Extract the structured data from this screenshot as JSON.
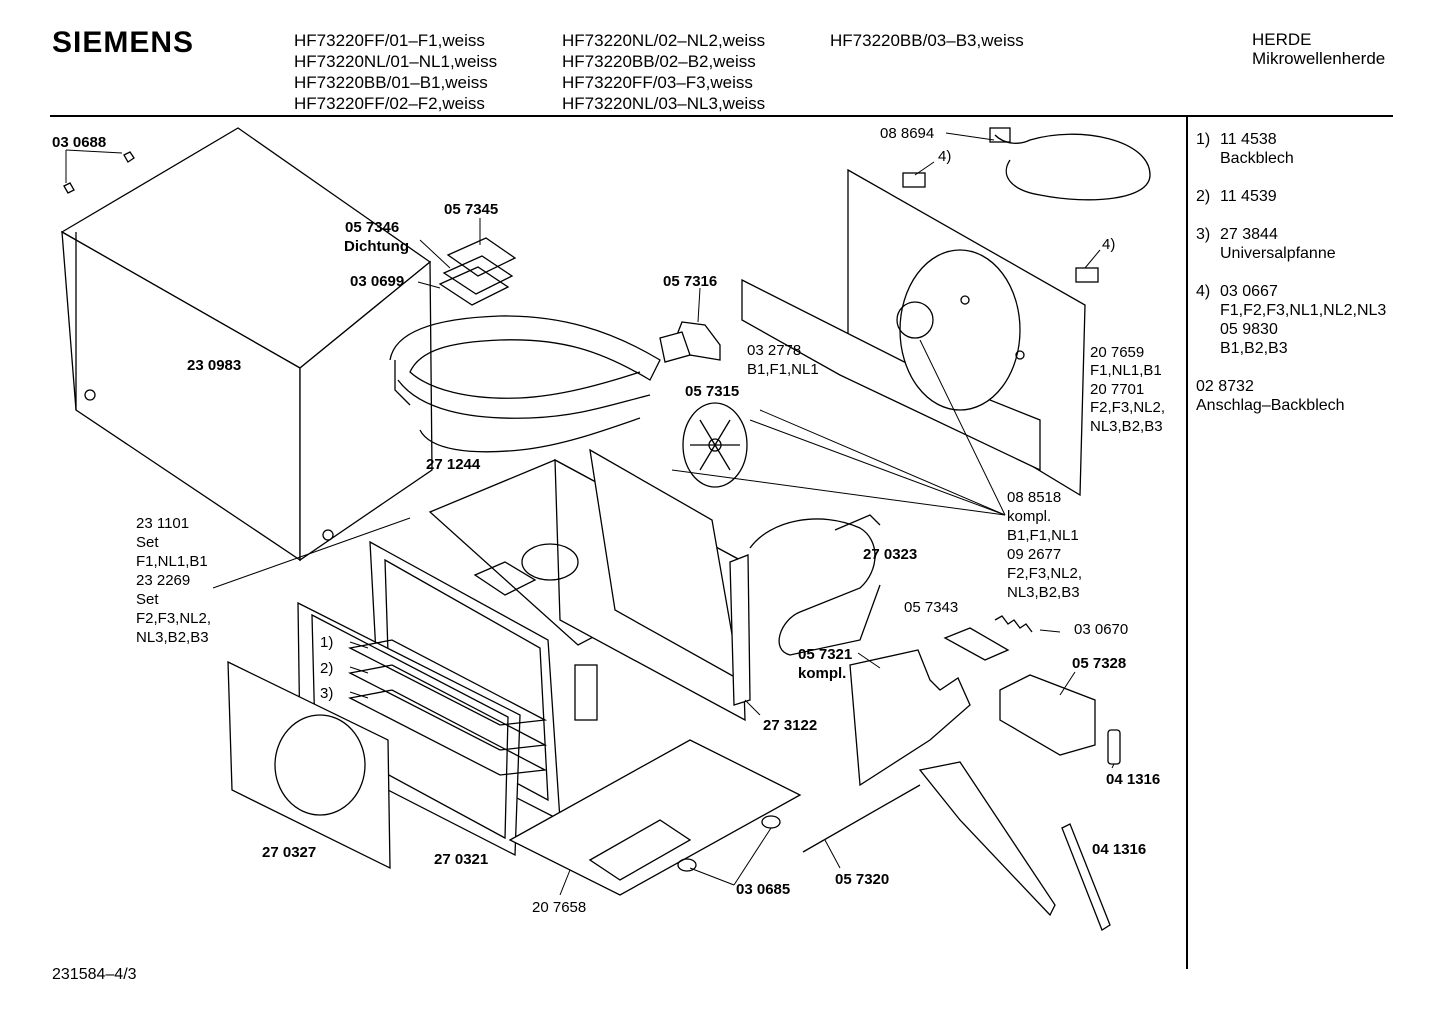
{
  "brand": "SIEMENS",
  "models": {
    "col1": [
      "HF73220FF/01–F1,weiss",
      "HF73220NL/01–NL1,weiss",
      "HF73220BB/01–B1,weiss",
      "HF73220FF/02–F2,weiss"
    ],
    "col2": [
      "HF73220NL/02–NL2,weiss",
      "HF73220BB/02–B2,weiss",
      "HF73220FF/03–F3,weiss",
      "HF73220NL/03–NL3,weiss"
    ],
    "col3": [
      "HF73220BB/03–B3,weiss"
    ]
  },
  "category": {
    "line1": "HERDE",
    "line2": "Mikrowellenherde"
  },
  "side_notes": [
    {
      "num": "1)",
      "lines": [
        "11 4538",
        "Backblech"
      ]
    },
    {
      "num": "2)",
      "lines": [
        "11 4539"
      ]
    },
    {
      "num": "3)",
      "lines": [
        "27 3844",
        "Universalpfanne"
      ]
    },
    {
      "num": "4)",
      "lines": [
        "03 0667",
        "F1,F2,F3,NL1,NL2,NL3",
        "05 9830",
        "B1,B2,B3"
      ]
    },
    {
      "num": "",
      "lines": [
        "02 8732",
        "Anschlag–Backblech"
      ]
    }
  ],
  "parts": {
    "p030688": "03 0688",
    "p057345": "05 7345",
    "p057346": "05 7346",
    "dichtung": "Dichtung",
    "p030699": "03 0699",
    "p230983": "23 0983",
    "p057316": "05 7316",
    "p088694": "08 8694",
    "ref4a": "4)",
    "ref4b": "4)",
    "p032778": "03 2778",
    "p032778_var": "B1,F1,NL1",
    "p057315": "05 7315",
    "p271244": "27 1244",
    "p207659": "20 7659",
    "p207659_var": "F1,NL1,B1",
    "p207701": "20 7701",
    "p207701_var1": "F2,F3,NL2,",
    "p207701_var2": "NL3,B2,B3",
    "p088518": "08 8518",
    "p088518_kompl": "kompl.",
    "p088518_var": "B1,F1,NL1",
    "p092677": "09 2677",
    "p092677_var1": "F2,F3,NL2,",
    "p092677_var2": "NL3,B2,B3",
    "p231101": "23 1101",
    "set1": "Set",
    "set1_var": "F1,NL1,B1",
    "p232269": "23 2269",
    "set2": "Set",
    "set2_var1": "F2,F3,NL2,",
    "set2_var2": "NL3,B2,B3",
    "p270323": "27 0323",
    "p057343": "05 7343",
    "p030670": "03 0670",
    "p057321": "05 7321",
    "p057321_kompl": "kompl.",
    "p057328": "05 7328",
    "ref1": "1)",
    "ref2": "2)",
    "ref3": "3)",
    "p273122": "27 3122",
    "p041316a": "04 1316",
    "p041316b": "04 1316",
    "p270327": "27 0327",
    "p270321": "27 0321",
    "p030685": "03 0685",
    "p057320": "05 7320",
    "p207658": "20 7658"
  },
  "footer": "231584–4/3"
}
